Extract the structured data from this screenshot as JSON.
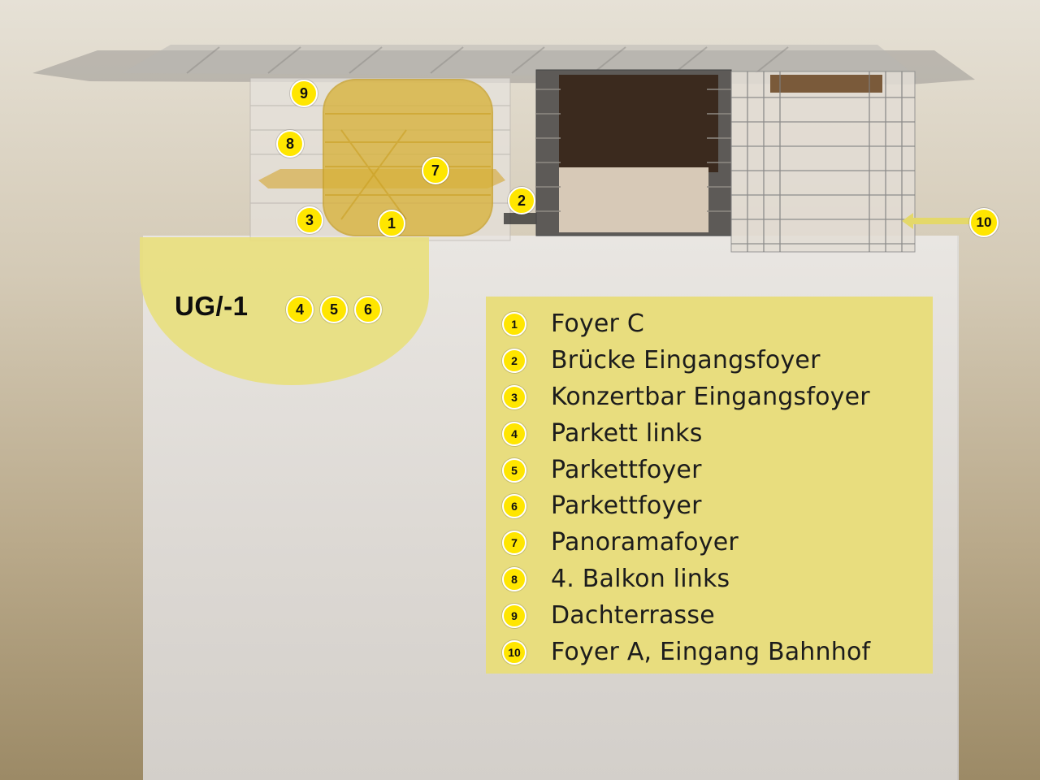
{
  "level": {
    "label": "UG/-1",
    "badges": [
      "4",
      "5",
      "6"
    ]
  },
  "markers": [
    {
      "id": "9",
      "text": "9"
    },
    {
      "id": "8",
      "text": "8"
    },
    {
      "id": "7",
      "text": "7"
    },
    {
      "id": "2",
      "text": "2"
    },
    {
      "id": "3",
      "text": "3"
    },
    {
      "id": "1",
      "text": "1"
    },
    {
      "id": "10",
      "text": "10"
    }
  ],
  "legend": [
    {
      "num": "1",
      "label": "Foyer C"
    },
    {
      "num": "2",
      "label": "Brücke Eingangsfoyer"
    },
    {
      "num": "3",
      "label": "Konzertbar Eingangsfoyer"
    },
    {
      "num": "4",
      "label": "Parkett links"
    },
    {
      "num": "5",
      "label": "Parkettfoyer"
    },
    {
      "num": "6",
      "label": "Parkettfoyer"
    },
    {
      "num": "7",
      "label": "Panoramafoyer"
    },
    {
      "num": "8",
      "label": "4. Balkon links"
    },
    {
      "num": "9",
      "label": "Dachterrasse"
    },
    {
      "num": "10",
      "label": "Foyer A, Eingang Bahnhof"
    }
  ],
  "colors": {
    "accent_yellow": "#ffe600",
    "highlight_yellow": "#e8dd7e",
    "concert_hall_gold": "#d9b83a",
    "dark_hall": "#3b2a1e"
  }
}
